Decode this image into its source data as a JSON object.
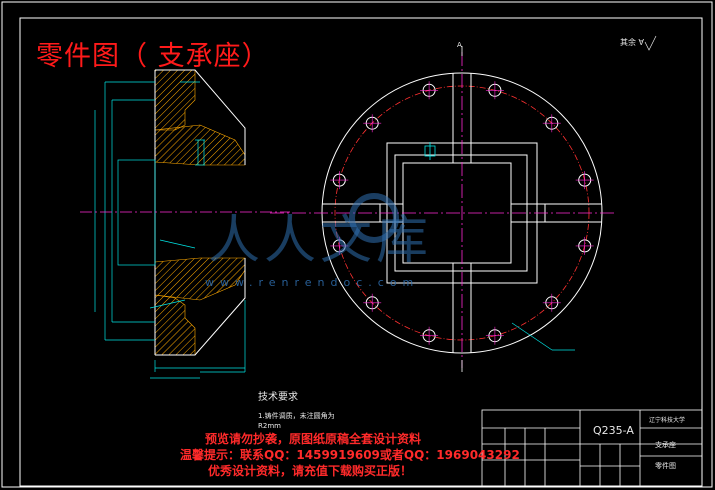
{
  "title": "零件图（ 支承座）",
  "watermark": {
    "brand": "人人文库",
    "url": "www.renrendoc.com"
  },
  "technical_requirements": {
    "heading": "技术要求",
    "line1": "1.铸件调质，未注圆角为",
    "line2": "R2mm"
  },
  "notice": {
    "line1": "预览请勿抄袭，原图纸原稿全套设计资料",
    "line2": "温馨提示：联系QQ：1459919609或者QQ：1969043292",
    "line3": "优秀设计资料，请充值下载购买正版！"
  },
  "roughness_note": "其余 ∀",
  "section_mark": "A",
  "title_block": {
    "material": "Q235-A",
    "school": "辽宁科技大学",
    "part_name": "支承座",
    "drawing_type": "零件图"
  },
  "colors": {
    "background": "#000000",
    "outline": "#ffffff",
    "section_lines": "#00e5e5",
    "center_lines": "#ff2ad4",
    "pitch_circle": "#ff3030",
    "hatching": "#ffaa00",
    "notice_text": "#ff2a2a",
    "watermark": "#2f6fb0"
  }
}
